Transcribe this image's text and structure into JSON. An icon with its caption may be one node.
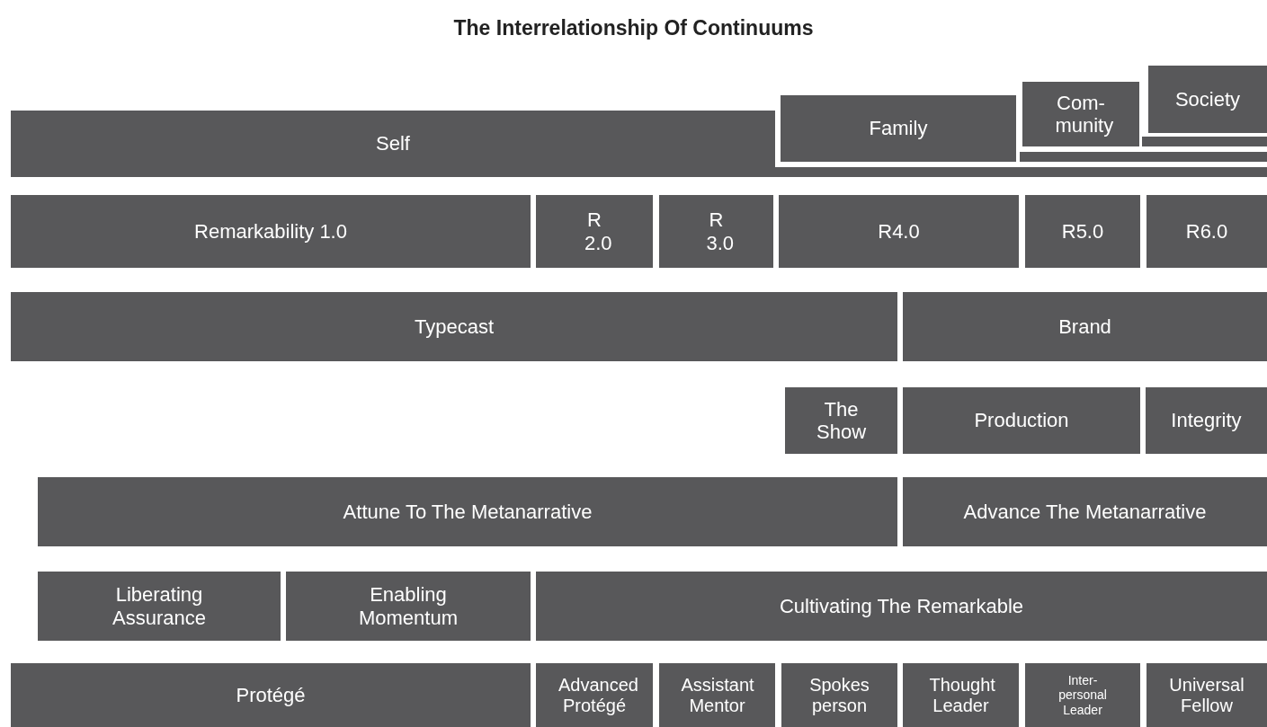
{
  "diagram": {
    "title": "The Interrelationship Of Continuums",
    "nodes": [
      {
        "text": [
          "Self"
        ]
      },
      {
        "text": [
          "Family"
        ]
      },
      {
        "text": [
          "Com- munity"
        ]
      },
      {
        "text": [
          "Society"
        ]
      },
      {
        "text": [
          "Remarkability 1.0"
        ]
      },
      {
        "text": [
          "R 2.0"
        ]
      },
      {
        "text": [
          "R 3.0"
        ]
      },
      {
        "text": [
          "R4.0"
        ]
      },
      {
        "text": [
          "R5.0"
        ]
      },
      {
        "text": [
          "R6.0"
        ]
      },
      {
        "text": [
          "Typecast"
        ]
      },
      {
        "text": [
          "Brand"
        ]
      },
      {
        "text": [
          "The Show"
        ]
      },
      {
        "text": [
          "Production"
        ]
      },
      {
        "text": [
          "Integrity"
        ]
      },
      {
        "text": [
          "Attune To The Metanarrative"
        ]
      },
      {
        "text": [
          "Advance The Metanarrative"
        ]
      },
      {
        "text": [
          "Liberating Assurance"
        ]
      },
      {
        "text": [
          "Enabling Momentum"
        ]
      },
      {
        "text": [
          "Cultivating The Remarkable"
        ]
      },
      {
        "text": [
          "Protégé"
        ]
      },
      {
        "text": [
          "Advanced Protégé"
        ]
      },
      {
        "text": [
          "Assistant Mentor"
        ]
      },
      {
        "text": [
          "Spokes person"
        ]
      },
      {
        "text": [
          "Thought Leader"
        ]
      },
      {
        "text": [
          "Inter- personal Leader"
        ]
      },
      {
        "text": [
          "Universal Fellow"
        ]
      }
    ]
  }
}
